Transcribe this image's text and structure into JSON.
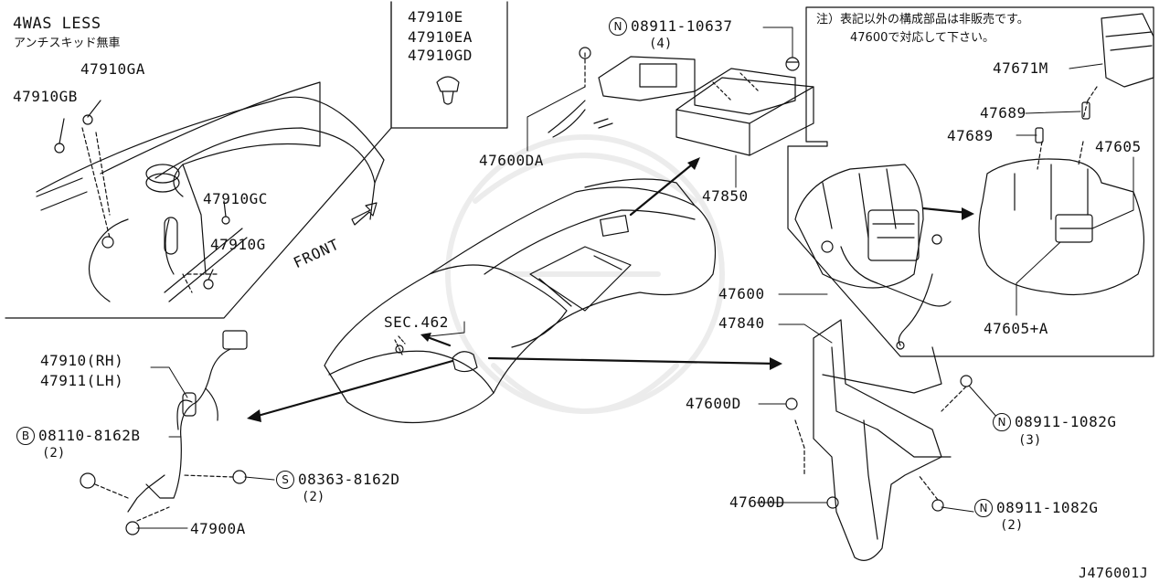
{
  "diagram_code": "J476001J",
  "inset_left": {
    "title": "4WAS LESS",
    "subtitle": "アンチスキッド無車",
    "direction": "FRONT",
    "parts": [
      "47910GA",
      "47910GB",
      "47910GC",
      "47910G"
    ]
  },
  "inset_top": {
    "parts": [
      "47910E",
      "47910EA",
      "47910GD"
    ]
  },
  "note": {
    "line1": "注）表記以外の構成部品は非販売です。",
    "line2": "47600で対応して下さい。"
  },
  "callouts": {
    "p47600DA": "47600DA",
    "p47850": "47850",
    "n_top_code": "08911-10637",
    "n_top_qty": "(4)",
    "p47671M": "47671M",
    "p47689a": "47689",
    "p47689b": "47689",
    "p47605": "47605",
    "p47605A": "47605+A",
    "p47600": "47600",
    "p47840": "47840",
    "p47600D_a": "47600D",
    "p47600D_b": "47600D",
    "n_mid_code": "08911-1082G",
    "n_mid_qty": "(3)",
    "n_bot_code": "08911-1082G",
    "n_bot_qty": "(2)",
    "sec": "SEC.462",
    "p47910": "47910(RH)",
    "p47911": "47911(LH)",
    "b_code": "08110-8162B",
    "b_qty": "(2)",
    "s_code": "08363-8162D",
    "s_qty": "(2)",
    "p47900A": "47900A"
  },
  "symbols": {
    "n": "N",
    "b": "B",
    "s": "S"
  }
}
